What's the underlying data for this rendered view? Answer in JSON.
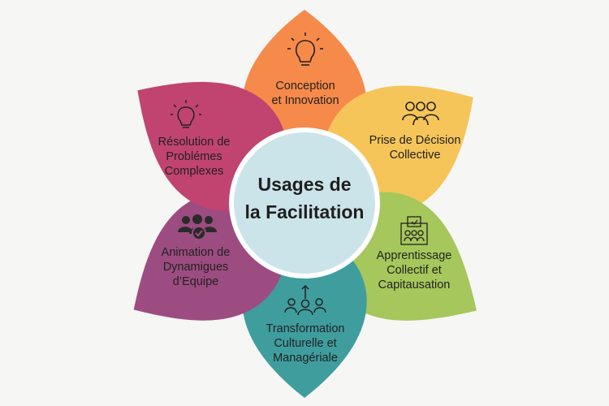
{
  "center": {
    "line1": "Usages de",
    "line2": "la Facilitation"
  },
  "petals": [
    {
      "id": "conception",
      "lines": [
        "Conception",
        "et Innovation"
      ],
      "icon": "lightbulb-icon",
      "color": "#F68A4A"
    },
    {
      "id": "decision",
      "lines": [
        "Prise de Décision",
        "Collective"
      ],
      "icon": "group-icon",
      "color": "#F5C55A"
    },
    {
      "id": "apprentissage",
      "lines": [
        "Apprentissage",
        "Collectif et",
        "Capitausation"
      ],
      "icon": "board-meeting-icon",
      "color": "#A6C75B"
    },
    {
      "id": "transformation",
      "lines": [
        "Transformation",
        "Culturelle et",
        "Managériale"
      ],
      "icon": "team-growth-icon",
      "color": "#3F9D9E"
    },
    {
      "id": "animation",
      "lines": [
        "Animation de",
        "Dynamigues",
        "d’Equipe"
      ],
      "icon": "team-check-icon",
      "color": "#9C4C80"
    },
    {
      "id": "resolution",
      "lines": [
        "Résolution de",
        "Problémes",
        "Complexes"
      ],
      "icon": "lightbulb-icon",
      "color": "#C0446F"
    }
  ],
  "center_color": "#CBE4EA"
}
